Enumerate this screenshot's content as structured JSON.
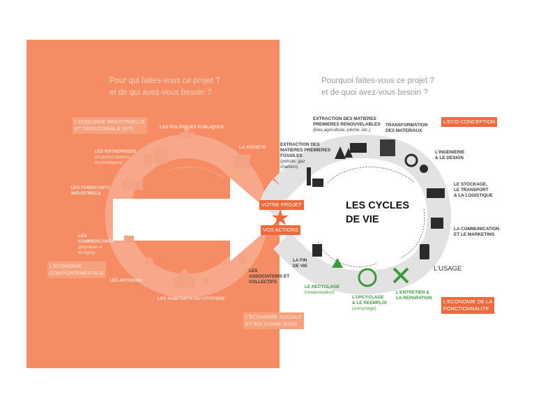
{
  "questions": {
    "left_line1": "Pour qui faites-vous ce projet ?",
    "left_line2": "et de qui avez-vous besoin ?",
    "right_line1": "Pourquoi faites-vous ce projet ?",
    "right_line2": "et de quoi avez-vous besoin ?"
  },
  "left_tags": {
    "eit": [
      "L'ECOLOGIE INDUSTRIELLE",
      "ET TERRITORIALE (EIT)"
    ],
    "comportementale": [
      "L'ECONOMIE",
      "COMPORTEMENTALE"
    ],
    "ess": [
      "L'ECONOMIE SOCIALE",
      "ET SOLIDAIRE (ESS)"
    ]
  },
  "center": {
    "votre_projet": "VOTRE PROJET",
    "vos_actions": "VOS ACTIONS",
    "title_line1": "LES CYCLES",
    "title_line2": "DE VIE"
  },
  "left_actors": {
    "politiques": "LES POLITIQUES PUBLIQUES",
    "entreprises": "LES ENTREPRISES",
    "entreprises_sub1": "(et autres acteurs",
    "entreprises_sub2": "économiques)",
    "societe": "LA SOCIETE",
    "fabricants1": "LES FABRICANTS",
    "fabricants2": "INDUSTRIELS",
    "commercants1": "LES",
    "commercants2": "COMMERCANTS",
    "commercants_sub1": "(physique et",
    "commercants_sub2": "en ligne)",
    "artisans": "LES ARTISANS",
    "habitants": "LES HABITANTS OU CITOYENS",
    "associations1": "LES",
    "associations2": "ASSOCIATIONS ET",
    "associations3": "COLLECTIFS"
  },
  "right_stages": {
    "extraction_renouv1": "EXTRACTION DES MATIERES",
    "extraction_renouv2": "PREMIERES RENOUVELABLES",
    "extraction_renouv_sub": "(bois,agriculture, pêche, etc.)",
    "transformation1": "TRANSFORMATION",
    "transformation2": "DES MATERIAUX",
    "extraction_fossiles1": "EXTRACTION DES",
    "extraction_fossiles2": "MATIERES PREMIERES",
    "extraction_fossiles3": "FOSSILES",
    "extraction_fossiles_sub1": "(pétrole, gaz",
    "extraction_fossiles_sub2": "charbon)",
    "ingenierie1": "L'INGENIERIE",
    "ingenierie2": "& LE DESIGN",
    "stockage1": "LE STOCKAGE,",
    "stockage2": "LE TRANSPORT",
    "stockage3": "& LA LOGISTIQUE",
    "communication1": "LA COMMUNICATION",
    "communication2": "ET LE MARKETING",
    "usage": "L'USAGE",
    "fin_de_vie1": "LA FIN",
    "fin_de_vie2": "DE VIE",
    "recyclage1": "LE RECYCLAGE",
    "recyclage_sub": "(revalorisation)",
    "upcyclage1": "L'UPCYCLAGE",
    "upcyclage2": "& LE REEMPLOI",
    "upcyclage_sub": "(surcyclage)",
    "entretien1": "L'ENTRETIEN &",
    "entretien2": "LA REPARATION"
  },
  "right_tags": {
    "eco_conception": "L'ECO-CONCEPTION",
    "fonctionnalite1": "L'ECONOMIE DE LA",
    "fonctionnalite2": "FONCTIONNALITE"
  },
  "colors": {
    "orange_panel": "#f58c63",
    "tag": "#ee6a3c",
    "ring_grey": "#e2e2e2",
    "green": "#3c9a3a",
    "icon_dark": "#2b2b2b"
  }
}
